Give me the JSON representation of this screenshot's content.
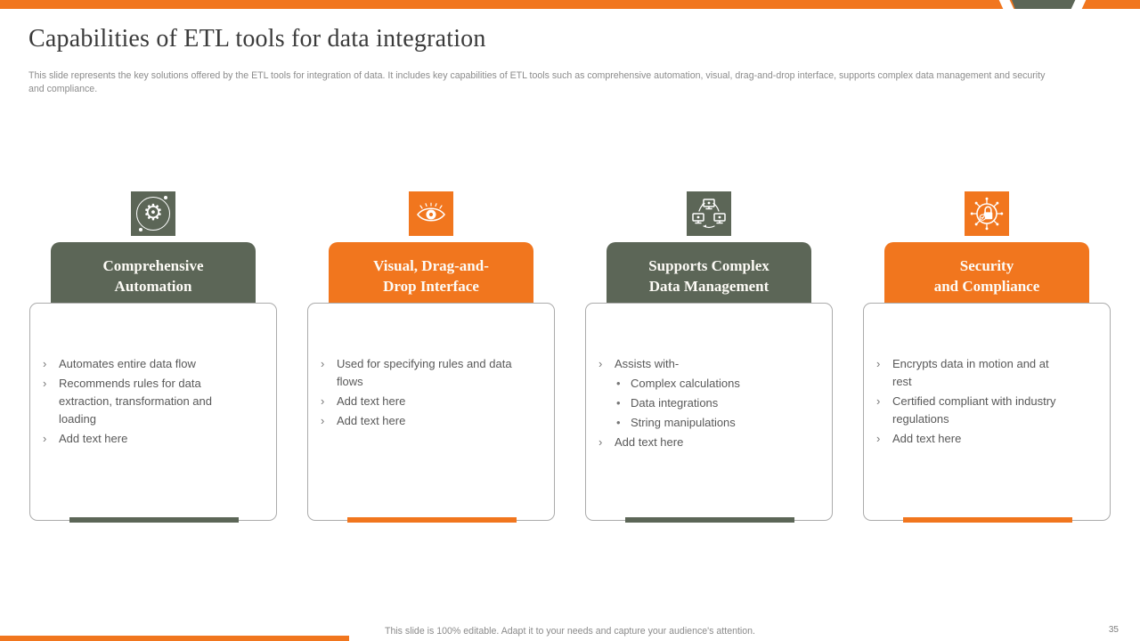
{
  "slide": {
    "title": "Capabilities of ETL tools for data integration",
    "subtitle": "This slide represents the key solutions offered by the ETL tools for integration of data. It includes key capabilities of ETL tools such as comprehensive automation, visual, drag-and-drop interface, supports complex data management and security and compliance.",
    "footer": "This slide is 100% editable. Adapt it to your needs and capture your audience's attention.",
    "page_number": "35"
  },
  "colors": {
    "accent_orange": "#F1761E",
    "accent_green": "#5C6657",
    "title_text": "#3B3B3B",
    "body_text": "#595959",
    "muted_text": "#8C8C8C",
    "card_border": "#ABABAB"
  },
  "columns": [
    {
      "id": "comprehensive-automation",
      "accent": "green",
      "icon": "gear-automation-icon",
      "title": "Comprehensive\nAutomation",
      "bullets": [
        {
          "text": "Automates entire data flow"
        },
        {
          "text": "Recommends rules for data extraction, transformation and loading"
        },
        {
          "text": "Add text here"
        }
      ]
    },
    {
      "id": "visual-drag-and-drop-interface",
      "accent": "orange",
      "icon": "eye-visual-icon",
      "title": "Visual, Drag-and-\nDrop Interface",
      "bullets": [
        {
          "text": "Used for specifying rules and data flows"
        },
        {
          "text": "Add text here"
        },
        {
          "text": "Add text here"
        }
      ]
    },
    {
      "id": "supports-complex-data-management",
      "accent": "green",
      "icon": "network-monitors-icon",
      "title": "Supports Complex\nData Management",
      "bullets": [
        {
          "text": "Assists with-",
          "sub": [
            "Complex calculations",
            "Data integrations",
            "String manipulations"
          ]
        },
        {
          "text": "Add text here"
        }
      ]
    },
    {
      "id": "security-and-compliance",
      "accent": "orange",
      "icon": "secure-network-lock-icon",
      "title": "Security\nand Compliance",
      "bullets": [
        {
          "text": "Encrypts data in motion and at rest"
        },
        {
          "text": "Certified compliant with industry regulations"
        },
        {
          "text": "Add text here"
        }
      ]
    }
  ]
}
